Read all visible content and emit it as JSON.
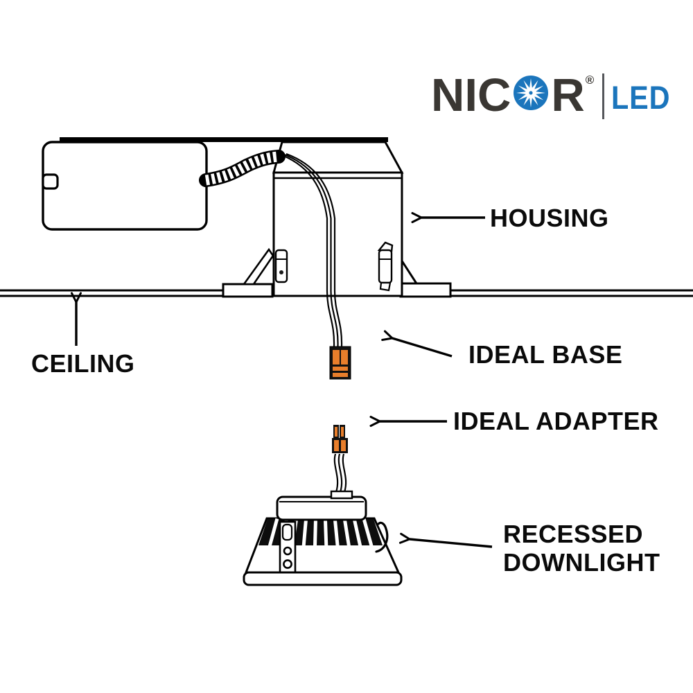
{
  "logo": {
    "brand_left": "NIC",
    "brand_right": "R",
    "registered": "®",
    "product_line": "LED",
    "brand_color": "#3A3733",
    "accent_blue": "#1B75BC",
    "divider_gray": "#54565A"
  },
  "diagram": {
    "labels": {
      "housing": "HOUSING",
      "ceiling": "CEILING",
      "ideal_base": "IDEAL BASE",
      "ideal_adapter": "IDEAL ADAPTER",
      "recessed_downlight_line1": "RECESSED",
      "recessed_downlight_line2": "DOWNLIGHT"
    },
    "colors": {
      "line": "#000000",
      "connector_orange": "#E87E2B"
    }
  }
}
